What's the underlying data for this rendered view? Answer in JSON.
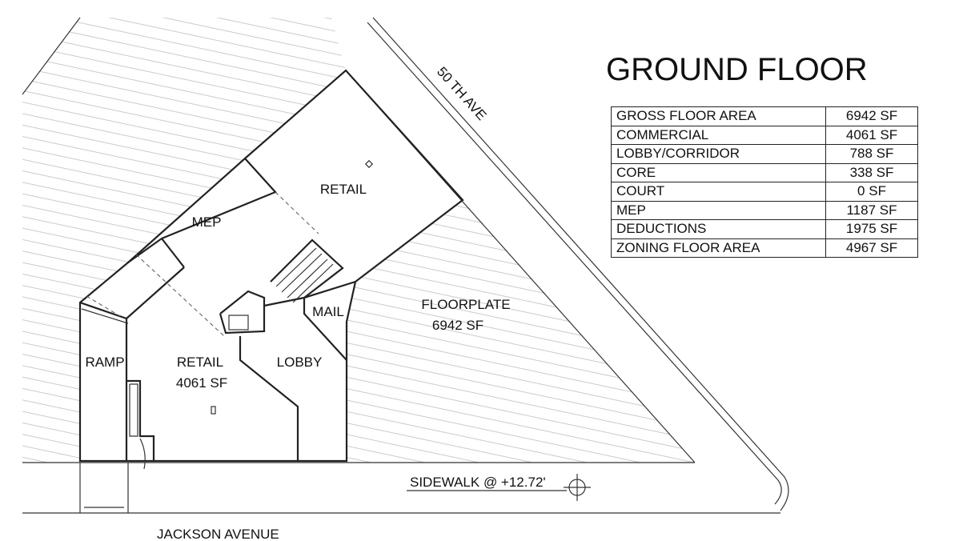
{
  "title": "GROUND FLOOR",
  "streets": {
    "north_east": "50 TH AVE",
    "south": "JACKSON AVENUE",
    "sidewalk": "SIDEWALK @ +12.72'"
  },
  "rooms": {
    "retail_north": "RETAIL",
    "mep": "MEP",
    "mail": "MAIL",
    "lobby": "LOBBY",
    "ramp": "RAMP",
    "retail_south": "RETAIL",
    "retail_south_area": "4061 SF",
    "floorplate": "FLOORPLATE",
    "floorplate_area": "6942 SF"
  },
  "area_table": [
    {
      "label": "GROSS FLOOR AREA",
      "value": "6942 SF"
    },
    {
      "label": "COMMERCIAL",
      "value": "4061 SF"
    },
    {
      "label": "LOBBY/CORRIDOR",
      "value": "788 SF"
    },
    {
      "label": "CORE",
      "value": "338 SF"
    },
    {
      "label": "COURT",
      "value": "0 SF"
    },
    {
      "label": "MEP",
      "value": "1187 SF"
    },
    {
      "label": "DEDUCTIONS",
      "value": "1975 SF"
    },
    {
      "label": "ZONING FLOOR AREA",
      "value": "4967 SF"
    }
  ]
}
